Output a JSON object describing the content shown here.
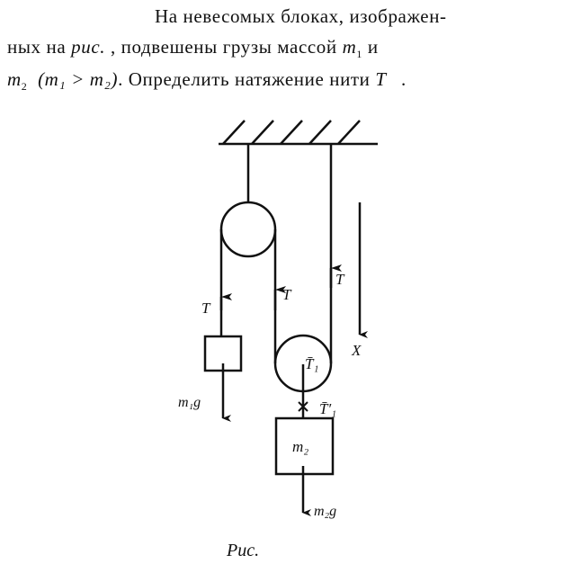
{
  "problem": {
    "line1": "На невесомых блоках, изображен-",
    "line2_a": "ных на",
    "line2_ref": "рис.",
    "line2_b": ", подвешены грузы массой",
    "m1": "m",
    "m1_sub": "1",
    "line2_c": "и",
    "m2": "m",
    "m2_sub": "2",
    "condition": "(m₁ > m₂)",
    "line3_b": ". Определить натяжение нити",
    "tension": "T⃗",
    "end": "."
  },
  "figure": {
    "labels": {
      "T_left": "T⃗",
      "T_middle": "T⃗",
      "T_right": "T⃗",
      "x_axis": "X",
      "T1": "T̄₁",
      "T1_prime": "T̄′₁",
      "m2_box": "m₂",
      "m1g": "m₁g⃗",
      "m2g": "m₂g⃗"
    },
    "caption": "Рис."
  }
}
